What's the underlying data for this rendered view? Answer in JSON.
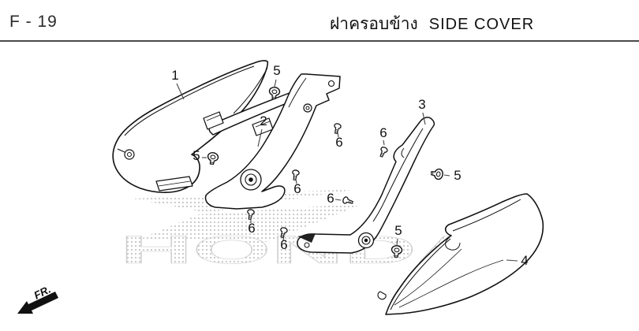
{
  "header": {
    "page_code": "F - 19",
    "title_thai": "ฝาครอบข้าง",
    "title_english": "SIDE COVER"
  },
  "diagram": {
    "watermark_text": "HONDA",
    "front_marker_label": "FR.",
    "callouts": [
      "1",
      "2",
      "3",
      "4",
      "5",
      "5",
      "5",
      "5",
      "6",
      "6",
      "6",
      "6",
      "6",
      "6"
    ]
  },
  "colors": {
    "line": "#111111",
    "header_rule": "#4a4a4a",
    "watermark_dot": "#c9c9c9",
    "background": "#ffffff"
  }
}
